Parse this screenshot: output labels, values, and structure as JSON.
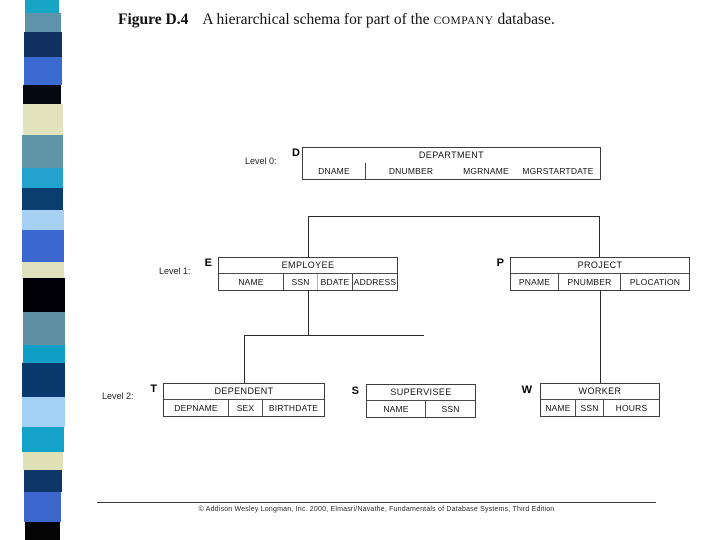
{
  "slide": {
    "title": {
      "figure_label": "Figure D.4",
      "caption_before": "A hierarchical schema for part of the",
      "caption_smallcaps": "COMPANY",
      "caption_after": "database."
    },
    "levels": [
      {
        "label": "Level 0:"
      },
      {
        "label": "Level 1:"
      },
      {
        "label": "Level 2:"
      }
    ],
    "nodes": {
      "department": {
        "key": "D",
        "name": "DEPARTMENT",
        "fields": [
          "DNAME",
          "DNUMBER",
          "MGRNAME",
          "MGRSTARTDATE"
        ]
      },
      "employee": {
        "key": "E",
        "name": "EMPLOYEE",
        "fields": [
          "NAME",
          "SSN",
          "BDATE",
          "ADDRESS"
        ]
      },
      "project": {
        "key": "P",
        "name": "PROJECT",
        "fields": [
          "PNAME",
          "PNUMBER",
          "PLOCATION"
        ]
      },
      "dependent": {
        "key": "T",
        "name": "DEPENDENT",
        "fields": [
          "DEPNAME",
          "SEX",
          "BIRTHDATE"
        ]
      },
      "supervisee": {
        "key": "S",
        "name": "SUPERVISEE",
        "fields": [
          "NAME",
          "SSN"
        ]
      },
      "worker": {
        "key": "W",
        "name": "WORKER",
        "fields": [
          "NAME",
          "SSN",
          "HOURS"
        ]
      }
    },
    "footer": {
      "copyright": "© Addison Wesley Longman, Inc. 2000, Elmasri/Navathe, Fundamentals of Database Systems, Third Edition"
    }
  },
  "decoration": {
    "strip_colors": [
      "#18a4c4",
      "#5f93aa",
      "#10305f",
      "#3b6ad1",
      "#05080e",
      "#e2e3bd",
      "#6095a8",
      "#22a3cd",
      "#0d3e70",
      "#a5d0f2",
      "#3a68d0",
      "#dfe1bd",
      "#000006",
      "#6090a4",
      "#0f9fc6",
      "#0a3a6d",
      "#a2d1f5",
      "#14a2c8",
      "#dfe0b6",
      "#0e3767",
      "#3c67cc",
      "#050505"
    ]
  }
}
